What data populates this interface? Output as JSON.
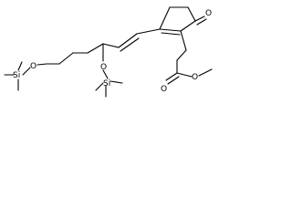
{
  "molecule": {
    "atom_labels": {
      "ketone_oxygen": "O",
      "ester_carbonyl_oxygen": "O",
      "ester_ether_oxygen": "O",
      "siloxy_oxygen_chain_end": "O",
      "siloxy_oxygen_allylic": "O",
      "silyl_group_chain_end": "Si",
      "silyl_group_allylic": "Si"
    }
  }
}
